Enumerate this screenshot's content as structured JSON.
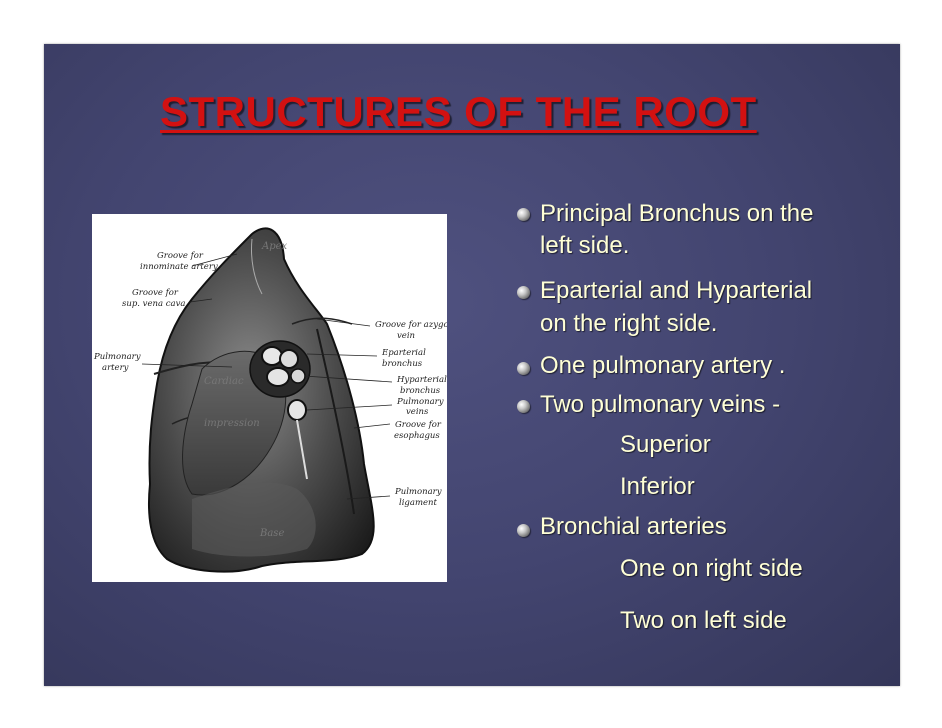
{
  "title": "STRUCTURES OF THE ROOT",
  "bullets": [
    {
      "line1": " Principal Bronchus on the",
      "line2": "left side."
    },
    {
      "line1": "Eparterial and Hyparterial",
      "line2": "on the right side."
    },
    {
      "line1": "One pulmonary artery ."
    },
    {
      "line1": "Two pulmonary veins -",
      "sub": [
        "Superior",
        "Inferior"
      ]
    },
    {
      "line1": "Bronchial arteries",
      "sub": [
        "One on right side",
        "Two on left side"
      ]
    }
  ],
  "diagram_labels": {
    "groove_innominate": [
      "Groove for",
      "innominate artery"
    ],
    "groove_vena_cava": [
      "Groove for",
      "sup. vena cava"
    ],
    "pulmonary_artery": [
      "Pulmonary",
      "artery"
    ],
    "groove_azygos": [
      "Groove for azygos",
      "vein"
    ],
    "eparterial_bronchus": [
      "Eparterial",
      "bronchus"
    ],
    "hyparterial_bronchus": [
      "Hyparterial",
      "bronchus"
    ],
    "pulmonary_veins": [
      "Pulmonary",
      "veins"
    ],
    "groove_esophagus": [
      "Groove for",
      "esophagus"
    ],
    "pulmonary_ligament": [
      "Pulmonary",
      "ligament"
    ],
    "apex": "Apex",
    "cardiac": "Cardiac",
    "impression": "impression",
    "base": "Base"
  }
}
